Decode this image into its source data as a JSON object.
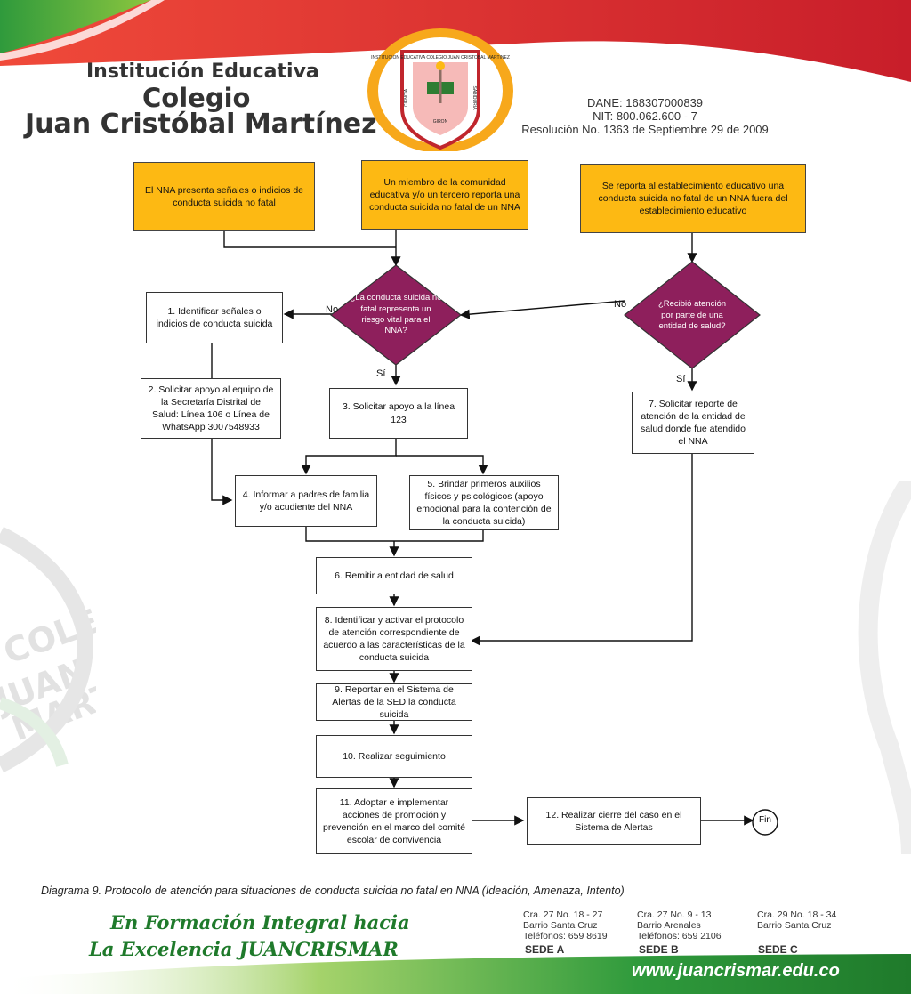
{
  "header": {
    "institution_line1": "Institución Educativa",
    "institution_line2": "Colegio",
    "institution_line3": "Juan Cristóbal Martínez",
    "dane": "DANE: 168307000839",
    "nit": "NIT: 800.062.600 - 7",
    "resolucion": "Resolución No. 1363 de Septiembre 29 de 2009",
    "crest": {
      "top_text": "INSTITUCION EDUCATIVA COLEGIO JUAN CRISTOBAL MARTINEZ",
      "left_text": "CIENCIA",
      "right_text": "SABIDURIA",
      "bottom_text": "GIRON"
    }
  },
  "watermark": [
    "COLEGIO",
    "JUAN CRIST",
    "MARTÍN"
  ],
  "diagram": {
    "start_1": "El NNA presenta señales o indicios de conducta suicida no fatal",
    "start_2": "Un miembro de la comunidad educativa y/o un tercero reporta una conducta suicida no fatal de un NNA",
    "start_3": "Se reporta al establecimiento educativo una conducta suicida no fatal de un NNA fuera del establecimiento educativo",
    "decision_1": "¿La conducta suicida no fatal representa un riesgo vital para el NNA?",
    "decision_2": "¿Recibió atención por parte de una entidad de salud?",
    "no_1": "No",
    "no_2": "No",
    "si_1": "Sí",
    "si_2": "Sí",
    "step_1": "1. Identificar señales o indicios de conducta suicida",
    "step_2": "2. Solicitar apoyo al equipo de la Secretaría Distrital de Salud: Línea 106 o Línea de WhatsApp 3007548933",
    "step_3": "3. Solicitar apoyo a la línea 123",
    "step_4": "4. Informar a padres de familia y/o acudiente del NNA",
    "step_5": "5. Brindar primeros auxilios físicos y psicológicos (apoyo emocional para la contención de la conducta suicida)",
    "step_6": "6. Remitir a entidad de salud",
    "step_7": "7. Solicitar reporte de atención de la entidad de salud donde fue atendido el NNA",
    "step_8": "8. Identificar y activar el protocolo de atención correspondiente de acuerdo a las características de la conducta suicida",
    "step_9": "9. Reportar en el Sistema de Alertas de la SED la conducta suicida",
    "step_10": "10. Realizar seguimiento",
    "step_11": "11. Adoptar e implementar acciones de promoción y prevención en el marco del comité escolar de convivencia",
    "step_12": "12. Realizar cierre del caso en el Sistema de Alertas",
    "end": "Fin"
  },
  "caption": "Diagrama 9. Protocolo de atención para situaciones de conducta suicida no fatal en NNA (Ideación, Amenaza, Intento)",
  "footer": {
    "slogan_1": "En Formación Integral hacia",
    "slogan_2": "La Excelencia JUANCRISMAR",
    "sede_a": {
      "line1": "Cra. 27 No. 18 - 27",
      "line2": "Barrio Santa Cruz",
      "line3": "Teléfonos: 659 8619",
      "label": "SEDE A"
    },
    "sede_b": {
      "line1": "Cra. 27 No. 9 - 13",
      "line2": "Barrio Arenales",
      "line3": "Teléfonos: 659 2106",
      "label": "SEDE B"
    },
    "sede_c": {
      "line1": "Cra. 29 No. 18 - 34",
      "line2": "Barrio Santa Cruz",
      "label": "SEDE C"
    },
    "website": "www.juancrismar.edu.co"
  },
  "colors": {
    "start_box": "#fdb913",
    "decision": "#8e1f5c",
    "header_red": "#d7262c",
    "brand_green": "#1f7a2b"
  }
}
